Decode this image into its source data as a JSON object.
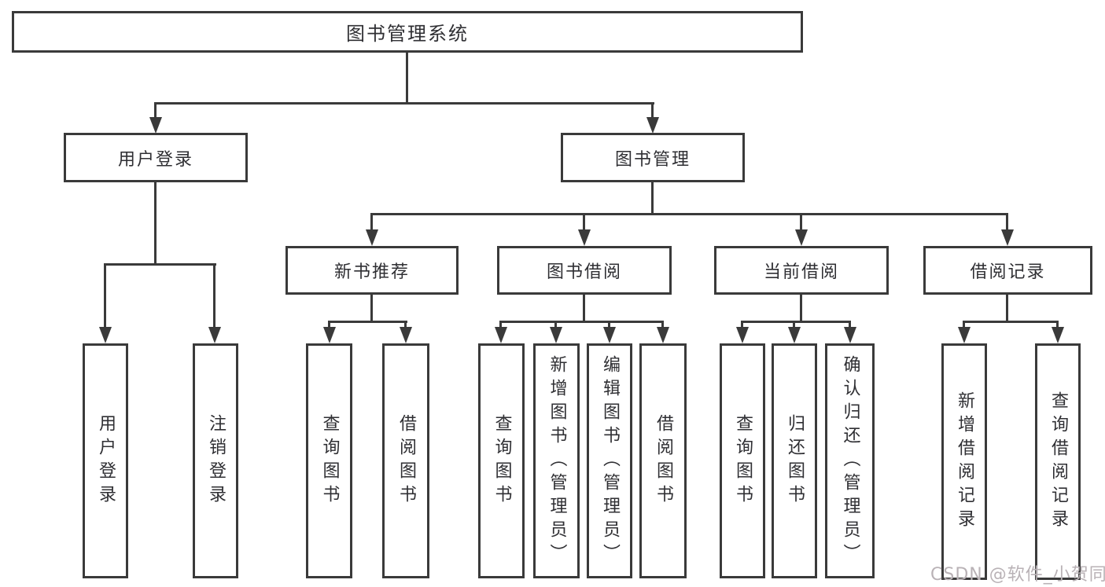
{
  "diagram": {
    "root": {
      "label": "图书管理系统"
    },
    "user_login": {
      "label": "用户登录",
      "children": [
        {
          "label": "用户登录"
        },
        {
          "label": "注销登录"
        }
      ]
    },
    "book_mgmt": {
      "label": "图书管理",
      "sections": [
        {
          "label": "新书推荐",
          "children": [
            {
              "label": "查询图书"
            },
            {
              "label": "借阅图书"
            }
          ]
        },
        {
          "label": "图书借阅",
          "children": [
            {
              "label": "查询图书"
            },
            {
              "label": "新增图书（管理员）"
            },
            {
              "label": "编辑图书（管理员）"
            },
            {
              "label": "借阅图书"
            }
          ]
        },
        {
          "label": "当前借阅",
          "children": [
            {
              "label": "查询图书"
            },
            {
              "label": "归还图书"
            },
            {
              "label": "确认归还（管理员）"
            }
          ]
        },
        {
          "label": "借阅记录",
          "children": [
            {
              "label": "新增借阅记录"
            },
            {
              "label": "查询借阅记录"
            }
          ]
        }
      ]
    }
  },
  "watermark": {
    "text": "CSDN @软件_小贺同学"
  },
  "colors": {
    "line": "#3a3a3a",
    "text": "#2f2f33",
    "watermark": "#b9b2b6",
    "background": "#ffffff"
  }
}
